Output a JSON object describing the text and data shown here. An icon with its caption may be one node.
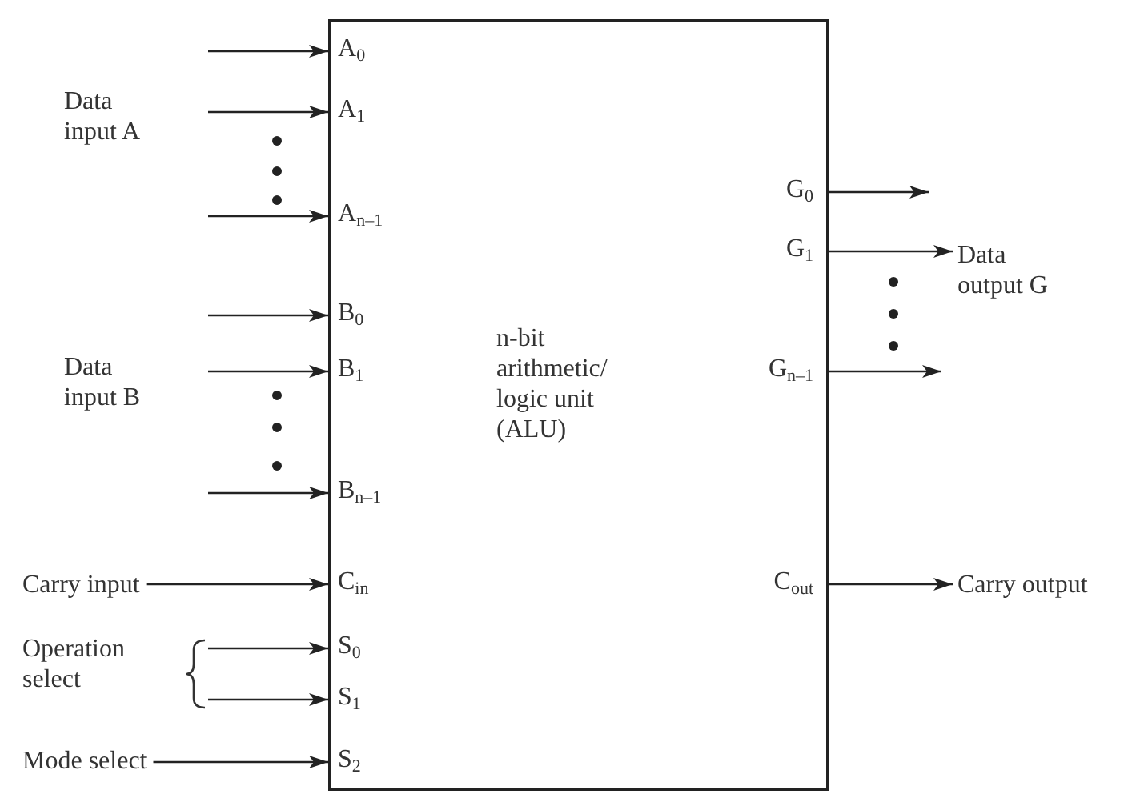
{
  "diagram": {
    "nodes": [
      {
        "text": [
          "n-bit arithmetic/ logic unit (ALU)"
        ]
      },
      {
        "text": [
          "Carry input"
        ]
      },
      {
        "text": [
          "Operation select"
        ]
      },
      {
        "text": [
          "Mode select"
        ]
      },
      {
        "text": [
          "Data output G"
        ]
      },
      {
        "text": [
          "Carry output"
        ]
      }
    ],
    "edges": [
      {
        "from": null,
        "to": 0,
        "arrow": "to"
      },
      {
        "from": null,
        "to": 0,
        "arrow": "to"
      },
      {
        "from": null,
        "to": 0,
        "arrow": "to"
      },
      {
        "from": null,
        "to": 0,
        "arrow": "to"
      },
      {
        "from": null,
        "to": 0,
        "arrow": "to"
      },
      {
        "from": null,
        "to": 0,
        "arrow": "to"
      },
      {
        "from": 1,
        "to": 0,
        "arrow": "to"
      },
      {
        "from": 2,
        "to": 0,
        "arrow": "to"
      },
      {
        "from": 2,
        "to": 0,
        "arrow": "to"
      },
      {
        "from": 3,
        "to": 0,
        "arrow": "to"
      },
      {
        "from": 0,
        "to": null,
        "arrow": "to"
      },
      {
        "from": 0,
        "to": 4,
        "arrow": "to"
      },
      {
        "from": 0,
        "to": null,
        "arrow": "to"
      },
      {
        "from": 0,
        "to": 5,
        "arrow": "to"
      }
    ],
    "labels": [
      "Data input A",
      "Data input B",
      "A$_{0}$",
      "A$_{1}$",
      "A$_{n–1}$",
      "B$_{0}$",
      "B$_{1}$",
      "B$_{n–1}$",
      "C$_{in}$",
      "S$_{0}$",
      "S$_{1}$",
      "S$_{2}$",
      "G$_{0}$",
      "G$_{1}$",
      "G$_{n–1}$",
      "C$_{out}$"
    ]
  }
}
